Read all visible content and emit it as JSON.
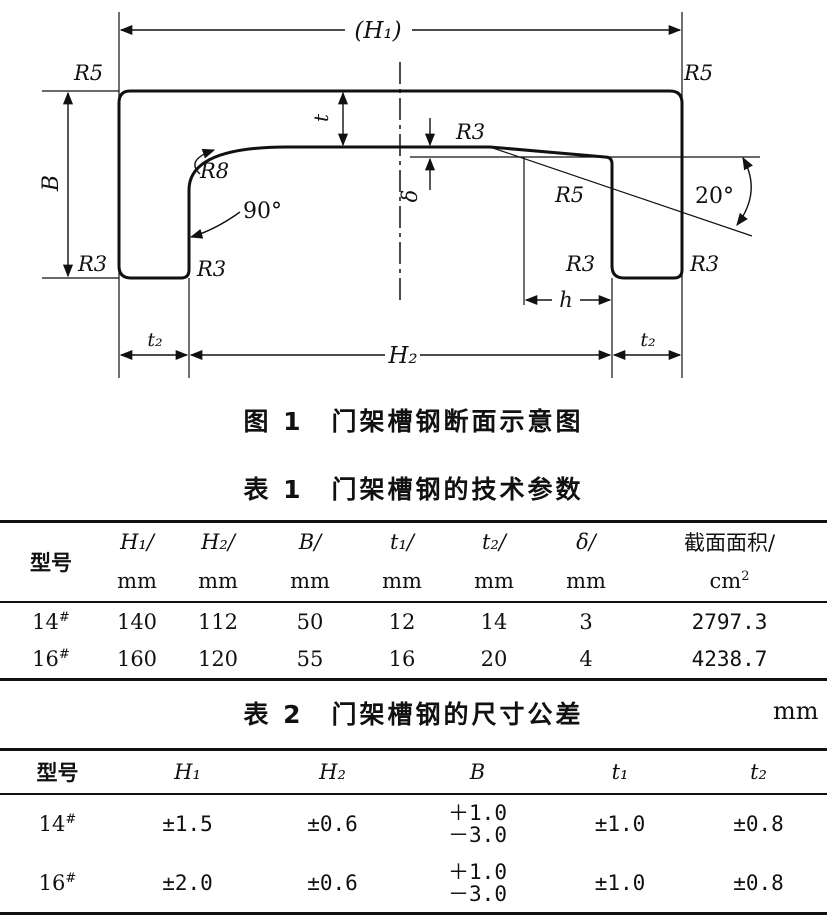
{
  "figure": {
    "labels": {
      "H1": "(H₁)",
      "R5_left": "R5",
      "R5_right": "R5",
      "B": "B",
      "t": "t",
      "R3_top": "R3",
      "R8": "R8",
      "delta": "δ",
      "angle90": "90°",
      "R5_mid": "R5",
      "angle20": "20°",
      "R3_outer_left": "R3",
      "R3_inner_left": "R3",
      "R3_inner_right": "R3",
      "R3_outer_right": "R3",
      "h": "h",
      "t2_left": "t₂",
      "H2": "H₂",
      "t2_right": "t₂"
    },
    "caption": "图 1　门架槽钢断面示意图"
  },
  "table1": {
    "caption": "表 1　门架槽钢的技术参数",
    "header_model": "型号",
    "header_syms": [
      "H₁/",
      "H₂/",
      "B/",
      "t₁/",
      "t₂/",
      "δ/"
    ],
    "header_area": "截面面积/",
    "header_units": [
      "mm",
      "mm",
      "mm",
      "mm",
      "mm",
      "mm"
    ],
    "area_unit": "cm",
    "area_unit_exp": "2",
    "rows": [
      {
        "model": "14",
        "mark": "#",
        "H1": "140",
        "H2": "112",
        "B": "50",
        "t1": "12",
        "t2": "14",
        "delta": "3",
        "area": "2797.3"
      },
      {
        "model": "16",
        "mark": "#",
        "H1": "160",
        "H2": "120",
        "B": "55",
        "t1": "16",
        "t2": "20",
        "delta": "4",
        "area": "4238.7"
      }
    ]
  },
  "table2": {
    "caption": "表 2　门架槽钢的尺寸公差",
    "unit": "mm",
    "headers": [
      "型号",
      "H₁",
      "H₂",
      "B",
      "t₁",
      "t₂"
    ],
    "rows": [
      {
        "model": "14",
        "mark": "#",
        "H1": "±1.5",
        "H2": "±0.6",
        "B_plus": "＋1.0",
        "B_minus": "－3.0",
        "t1": "±1.0",
        "t2": "±0.8"
      },
      {
        "model": "16",
        "mark": "#",
        "H1": "±2.0",
        "H2": "±0.6",
        "B_plus": "＋1.0",
        "B_minus": "－3.0",
        "t1": "±1.0",
        "t2": "±0.8"
      }
    ]
  }
}
